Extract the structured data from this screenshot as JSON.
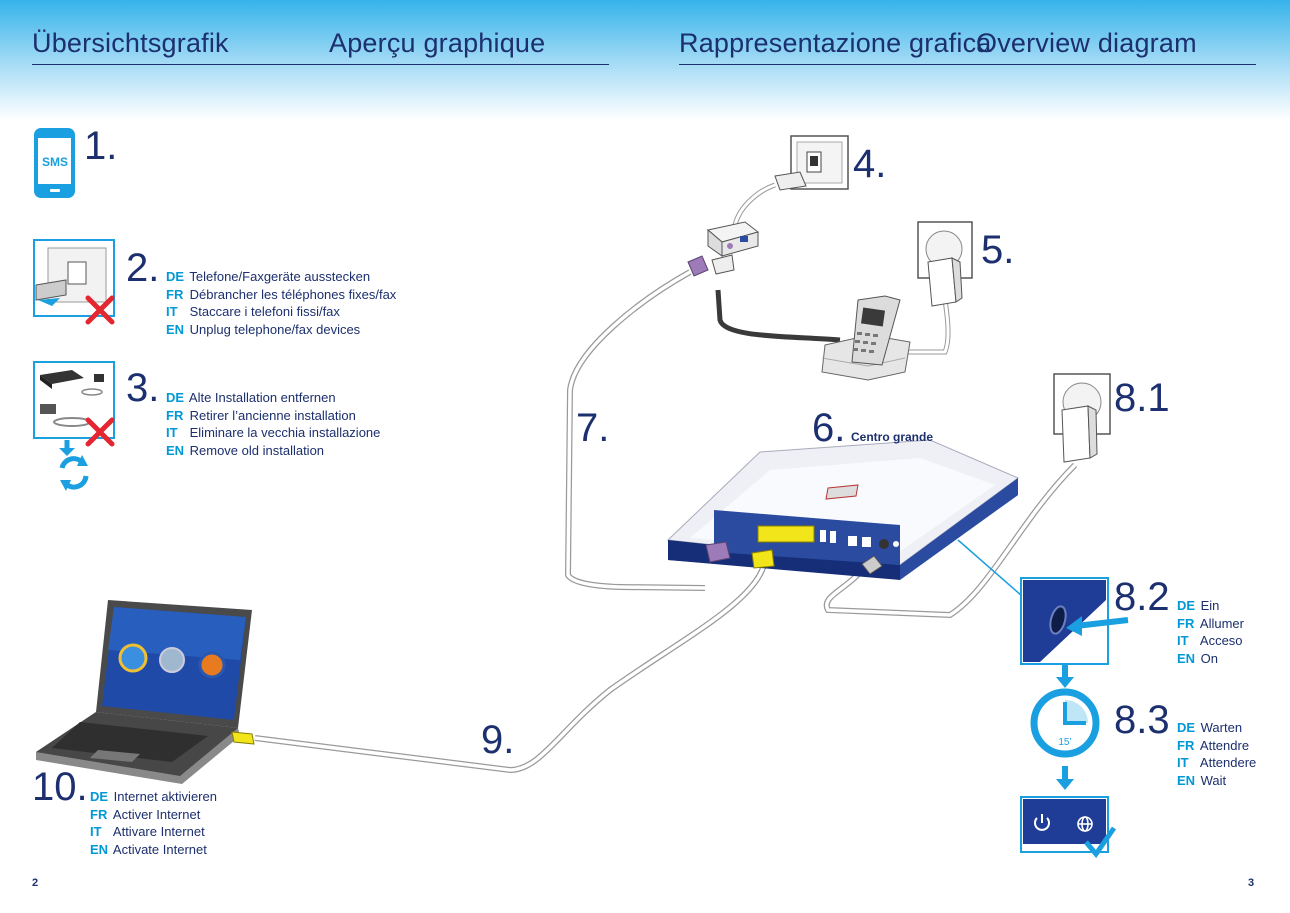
{
  "header": {
    "de": "Übersichtsgrafik",
    "fr": "Aperçu graphique",
    "it": "Rappresentazione grafica",
    "en": "Overview diagram"
  },
  "colors": {
    "navy": "#1c2f6e",
    "cyan": "#0099d6",
    "red": "#e3262f",
    "yellow": "#f2e61a",
    "purple": "#9c7bb8"
  },
  "steps": {
    "s1": {
      "num": "1.",
      "icon_text": "SMS"
    },
    "s2": {
      "num": "2.",
      "lines": [
        {
          "lang": "DE",
          "text": "Telefone/Faxgeräte ausstecken"
        },
        {
          "lang": "FR",
          "text": "Débrancher les téléphones fixes/fax"
        },
        {
          "lang": "IT",
          "text": "Staccare i telefoni fissi/fax"
        },
        {
          "lang": "EN",
          "text": "Unplug telephone/fax devices"
        }
      ]
    },
    "s3": {
      "num": "3.",
      "lines": [
        {
          "lang": "DE",
          "text": "Alte Installation entfernen"
        },
        {
          "lang": "FR",
          "text": "Retirer l’ancienne installation"
        },
        {
          "lang": "IT",
          "text": "Eliminare la vecchia installazione"
        },
        {
          "lang": "EN",
          "text": "Remove old installation"
        }
      ]
    },
    "s4": {
      "num": "4."
    },
    "s5": {
      "num": "5."
    },
    "s6": {
      "num": "6.",
      "device": "Centro grande"
    },
    "s7": {
      "num": "7."
    },
    "s81": {
      "num": "8.1"
    },
    "s82": {
      "num": "8.2",
      "lines": [
        {
          "lang": "DE",
          "text": "Ein"
        },
        {
          "lang": "FR",
          "text": "Allumer"
        },
        {
          "lang": "IT",
          "text": "Acceso"
        },
        {
          "lang": "EN",
          "text": "On"
        }
      ]
    },
    "s83": {
      "num": "8.3",
      "timer": "15’",
      "lines": [
        {
          "lang": "DE",
          "text": "Warten"
        },
        {
          "lang": "FR",
          "text": "Attendre"
        },
        {
          "lang": "IT",
          "text": "Attendere"
        },
        {
          "lang": "EN",
          "text": "Wait"
        }
      ]
    },
    "s9": {
      "num": "9."
    },
    "s10": {
      "num": "10.",
      "lines": [
        {
          "lang": "DE",
          "text": "Internet aktivieren"
        },
        {
          "lang": "FR",
          "text": "Activer Internet"
        },
        {
          "lang": "IT",
          "text": "Attivare Internet"
        },
        {
          "lang": "EN",
          "text": "Activate Internet"
        }
      ]
    }
  },
  "icons": [
    "smartphone-sms-icon",
    "unplug-phone-icon",
    "old-installation-icon",
    "red-cross-icon",
    "refresh-icon",
    "phone-wall-socket-icon",
    "phone-splitter-icon",
    "cordless-phone-icon",
    "power-socket-icon",
    "router-icon",
    "power-button-icon",
    "timer-icon",
    "power-symbol-icon",
    "globe-icon",
    "checkmark-icon",
    "laptop-icon",
    "ethernet-cable-icon"
  ],
  "page_numbers": {
    "left": "2",
    "right": "3"
  }
}
